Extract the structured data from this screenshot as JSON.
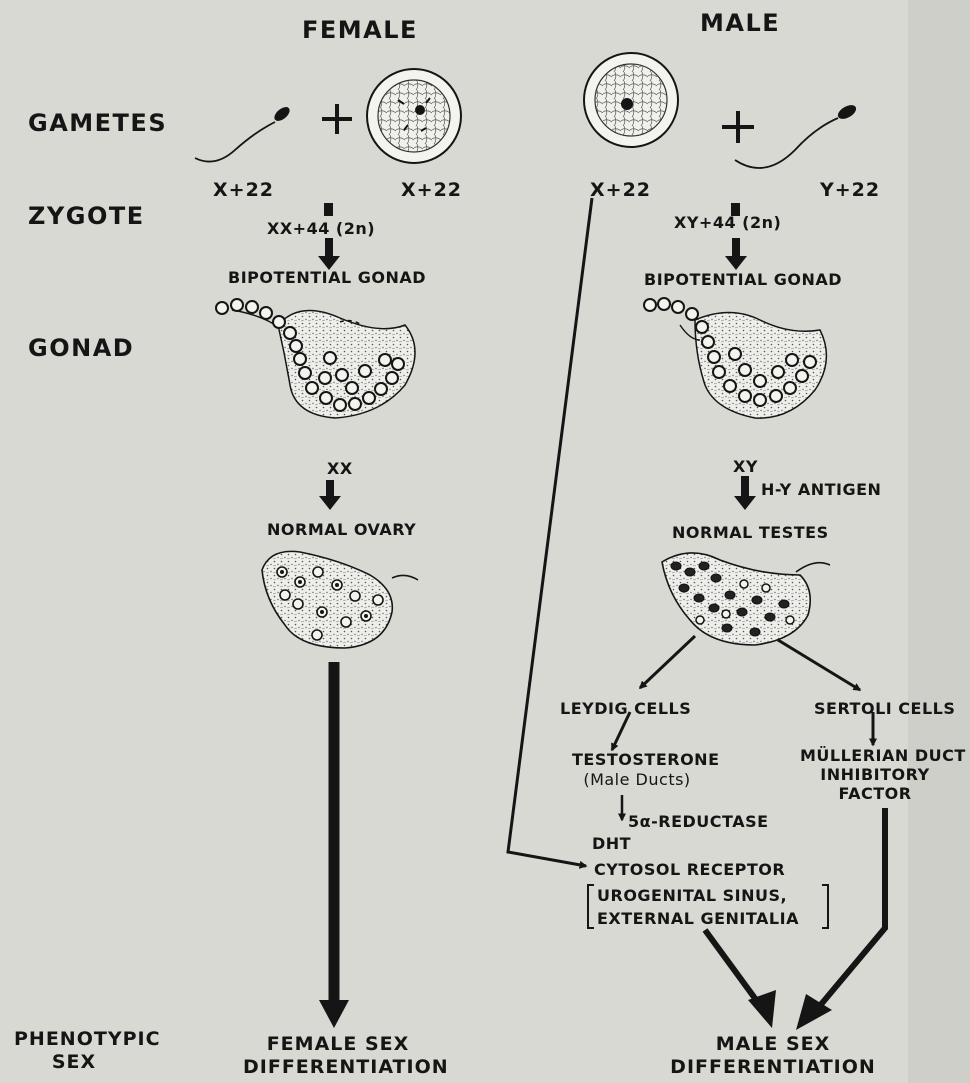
{
  "row_labels": {
    "gametes": "GAMETES",
    "zygote": "ZYGOTE",
    "gonad": "GONAD",
    "phenotypic_sex_1": "PHENOTYPIC",
    "phenotypic_sex_2": "SEX"
  },
  "female": {
    "header": "FEMALE",
    "sperm_chromosomes": "X+22",
    "egg_chromosomes": "X+22",
    "zygote": "XX+44 (2n)",
    "gonad": "BIPOTENTIAL GONAD",
    "karyotype": "XX",
    "normal_gonad": "NORMAL OVARY",
    "outcome_1": "FEMALE SEX",
    "outcome_2": "DIFFERENTIATION"
  },
  "male": {
    "header": "MALE",
    "egg_chromosomes": "X+22",
    "sperm_chromosomes": "Y+22",
    "zygote": "XY+44 (2n)",
    "gonad": "BIPOTENTIAL GONAD",
    "karyotype": "XY",
    "antigen": "H-Y ANTIGEN",
    "normal_gonad": "NORMAL TESTES",
    "leydig": "LEYDIG CELLS",
    "sertoli": "SERTOLI CELLS",
    "testosterone_1": "TESTOSTERONE",
    "testosterone_2": "(Male Ducts)",
    "mif_1": "MÜLLERIAN DUCT",
    "mif_2": "INHIBITORY",
    "mif_3": "FACTOR",
    "reductase": "5α-REDUCTASE",
    "dht": "DHT",
    "receptor": "CYTOSOL RECEPTOR",
    "target_1": "UROGENITAL SINUS,",
    "target_2": "EXTERNAL GENITALIA",
    "outcome_1": "MALE SEX",
    "outcome_2": "DIFFERENTIATION"
  },
  "plus_sign": "+",
  "colors": {
    "ink": "#151515",
    "paper": "#d9d9d4",
    "bleed": "#c3c3bd"
  }
}
